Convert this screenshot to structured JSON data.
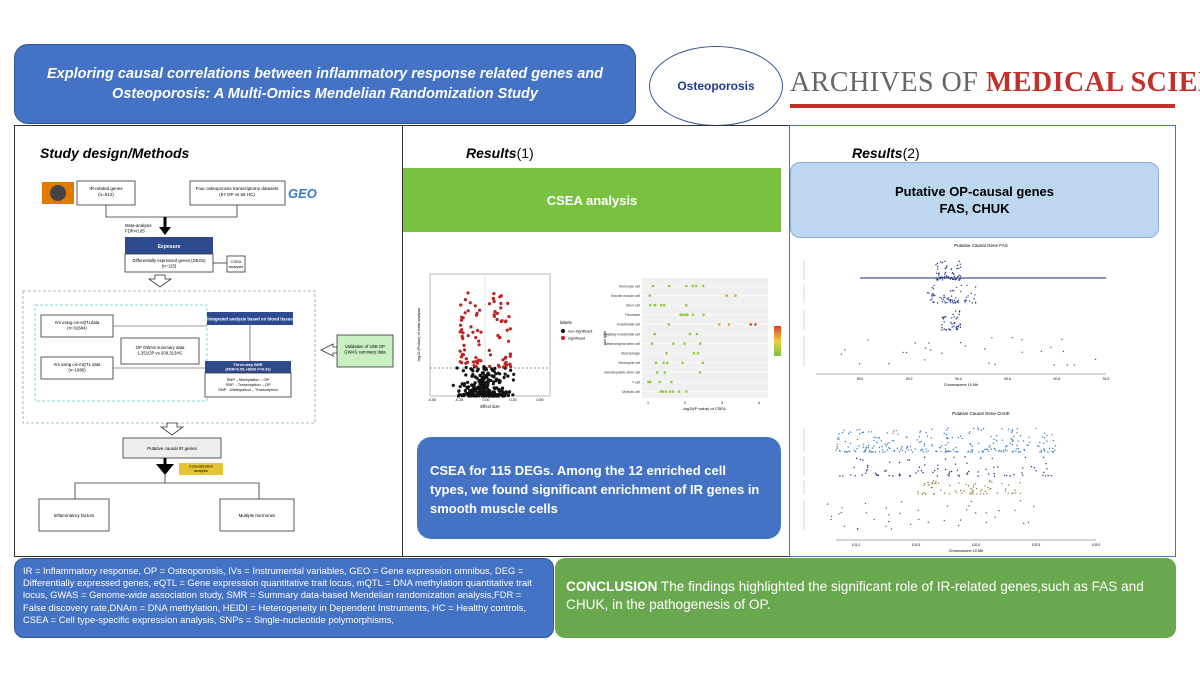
{
  "header": {
    "title": "Exploring causal correlations between inflammatory response related genes and Osteoporosis: A Multi-Omics Mendelian Randomization Study",
    "topic_oval": "Osteoporosis",
    "journal_part1": "ARCHIVES OF ",
    "journal_part2": "MEDICAL SCIENCE"
  },
  "methods": {
    "heading": "Study design/Methods",
    "ir_genes": "IR-related genes\n(n=612)",
    "datasets": "Four osteoporosis transcriptome datasets\n(67 OP vs 65 HC)",
    "geo_logo": "GEO",
    "meta": "Meta-analysis\nFDR<0.05",
    "exposure": "Exposure",
    "degs": "Differentially expressed genes (DEGs)\n(n=115)",
    "csea": "CSEA\nanalysis",
    "integrated": "Integrated analysis based on blood tissue",
    "eqtl": "IVs using cis-eQTLdata\n(n=31684)",
    "mqtl": "IVs using cis-mQTL data\n(n=1986)",
    "gwas": "OP GWAS summary data\n1,351OP vs 209,313HC",
    "threestep": "Three-step SMR\n(FDR<0.05, HEIDI P>0.01)",
    "smr_lines": "SNP→Methylation→OP\nSNP→Transcription→OP\nSNP→Methylation→Transcription",
    "validation": "Validation of UkB OP\nGWAS summary data",
    "putative": "Putative causal IR genes",
    "coloc": "Colocalization\nanalysis",
    "inflam": "Inflammatory factors",
    "hormones": "Multiple hormones"
  },
  "results1": {
    "heading_bold": "Results",
    "heading_num": "(1)",
    "banner": "CSEA analysis",
    "volcano": {
      "ylabel": "-log10 (Pvalue) of meta-analysis",
      "xlabel": "Effect size",
      "xticks": [
        "-0.50",
        "-0.25",
        "0.00",
        "0.25",
        "0.50"
      ],
      "legend_title": "labels",
      "legend_items": [
        "non-significant",
        "significant"
      ]
    },
    "dotplot": {
      "ylabel": "cell type",
      "xlabel": "-log10(P value) of CSEA",
      "cell_types": [
        "Monocyte cell",
        "Smooth muscle cell",
        "Stem cell",
        "Fibroblast",
        "Endothelial cell",
        "Capillary endothelial cell",
        "Mesenchymal stem cell",
        "Macrophage",
        "Neutrophil cell",
        "Hematopoietic stem cell",
        "T cell",
        "Myeloid cell"
      ],
      "xticks": [
        "1",
        "2",
        "3",
        "4"
      ]
    },
    "finding": "CSEA for 115 DEGs. Among the 12 enriched cell types, we found significant enrichment of IR genes in smooth muscle cells"
  },
  "results2": {
    "heading_bold": "Results",
    "heading_num": "(2)",
    "putative_title": "Putative OP-causal genes",
    "putative_genes": "FAS, CHUK",
    "plot1_title": "Putative Causal Gene FAS",
    "plot1_xlabel": "Chromosome 10 Mb",
    "plot1_xticks": [
      "90.0",
      "90.2",
      "90.4",
      "90.6",
      "90.8",
      "91.0"
    ],
    "plot2_title": "Putative Causal Gene CHUK",
    "plot2_xlabel": "Chromosome 10 Mb",
    "plot2_xticks": [
      "101.0",
      "101.5",
      "102.0",
      "102.5",
      "103.0"
    ]
  },
  "footer": {
    "abbreviations": "IR = Inflammatory response, OP = Osteoporosis, IVs = Instrumental variables, GEO = Gene expression omnibus, DEG = Differentially expressed genes, eQTL = Gene expression quantitative trait locus, mQTL = DNA methylation quantitative trait locus, GWAS = Genome-wide association study, SMR = Summary data-based Mendelian randomization analysis,FDR = False discovery rate,DNAm = DNA methylation, HEIDI = Heterogeneity in Dependent Instruments, HC = Healthy controls, CSEA = Cell type-specific expression analysis, SNPs = Single-nucleotide polymorphisms,",
    "conclusion_label": "CONCLUSION",
    "conclusion_text": " The findings highlighted the significant role of IR-related genes,such as FAS and CHUK, in the pathogenesis of OP."
  },
  "colors": {
    "blue": "#4472c4",
    "green": "#6aa84f",
    "csea_green": "#7ac142",
    "light_blue": "#bdd7ee",
    "exposure_navy": "#2e4a8f",
    "journal_red": "#c0312b"
  }
}
